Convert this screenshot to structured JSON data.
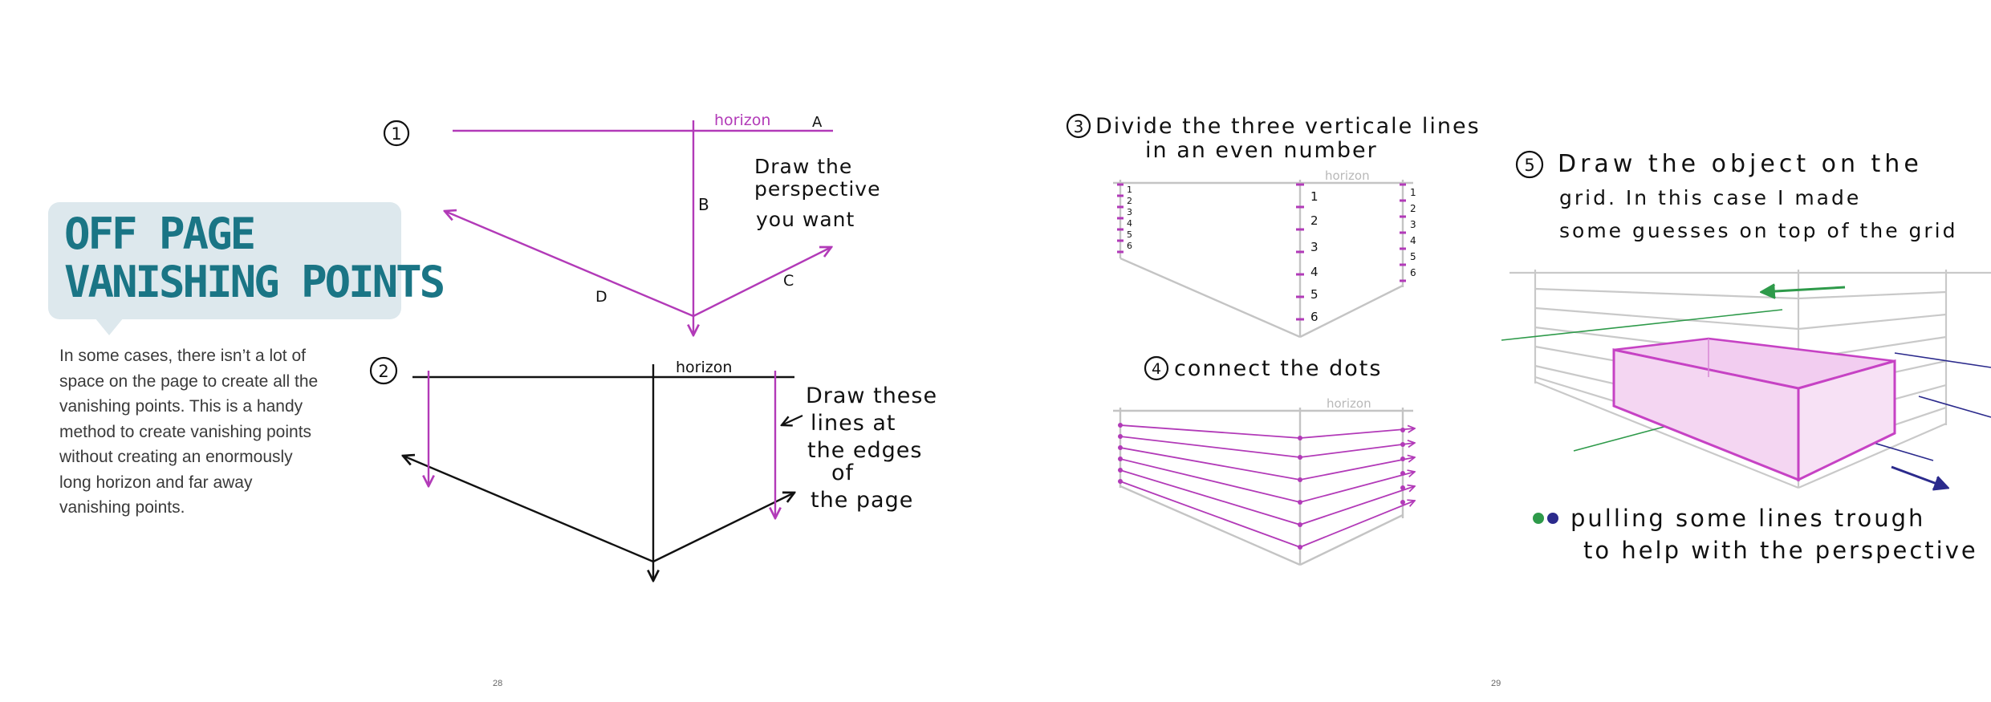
{
  "left_page": {
    "title_line1": "OFF PAGE",
    "title_line2": "VANISHING POINTS",
    "body": "In some cases, there isn’t a lot of space on the page to create all the vanishing points. This is a handy method to create vanishing points without creating an enormously long horizon and far away vanishing points.",
    "page_number": "28",
    "step1": {
      "number": "1",
      "horizon": "horizon",
      "label_a": "A",
      "label_b": "B",
      "label_c": "C",
      "label_d": "D",
      "note_line1": "Draw the",
      "note_line2": "perspective",
      "note_line3": "you want"
    },
    "step2": {
      "number": "2",
      "horizon": "horizon",
      "note_line1": "Draw these",
      "note_line2": "lines at",
      "note_line3": "the edges",
      "note_line4": "of",
      "note_line5": "the page"
    }
  },
  "right_page": {
    "page_number": "29",
    "step3": {
      "number": "3",
      "title_line1": "Divide the three verticale lines",
      "title_line2": "in an even number",
      "horizon": "horizon",
      "left_ticks": [
        "1",
        "2",
        "3",
        "4",
        "5",
        "6"
      ],
      "middle_ticks": [
        "1",
        "2",
        "3",
        "4",
        "5",
        "6"
      ],
      "right_ticks": [
        "1",
        "2",
        "3",
        "4",
        "5",
        "6"
      ]
    },
    "step4": {
      "number": "4",
      "title": "connect the dots",
      "horizon": "horizon"
    },
    "step5": {
      "number": "5",
      "title_line1": "Draw the object on the",
      "title_line2": "grid. In this case I made",
      "title_line3": "some guesses on top of the grid"
    },
    "legend": {
      "line1": "pulling some lines trough",
      "line2": "to help with the perspective",
      "dot_colors": [
        "#2e9a4a",
        "#2b2a8c"
      ]
    }
  },
  "colors": {
    "accent_purple": "#b23ab8",
    "ink": "#111111",
    "grid_gray": "#c4c4c4",
    "title_teal": "#1a7585",
    "title_box": "#dde8ed",
    "green_line": "#2e9a4a",
    "navy_line": "#2b2a8c"
  }
}
